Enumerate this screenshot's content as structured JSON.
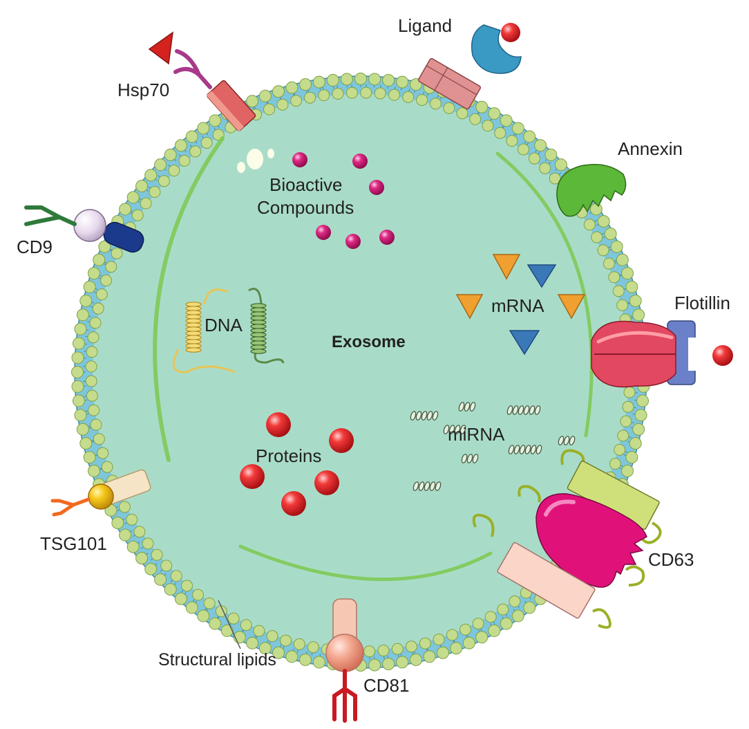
{
  "diagram": {
    "center_label": "Exosome",
    "inner_labels": {
      "bioactive_line1": "Bioactive",
      "bioactive_line2": "Compounds",
      "dna": "DNA",
      "mrna": "mRNA",
      "mirna": "miRNA",
      "proteins": "Proteins"
    },
    "surface_labels": {
      "ligand": "Ligand",
      "hsp70": "Hsp70",
      "annexin": "Annexin",
      "cd9": "CD9",
      "flotillin": "Flotillin",
      "tsg101": "TSG101",
      "cd63": "CD63",
      "cd81": "CD81",
      "structural_lipids": "Structural lipids"
    },
    "colors": {
      "lumen": "#a9dcc8",
      "bilayer_fill": "#7ec6dc",
      "lipid_head": "#c5dc8c",
      "lipid_head_stroke": "#7ea04a",
      "protein_red": "#e8242c",
      "compound_magenta": "#d6136f",
      "mrna_orange": "#f0a030",
      "mrna_blue": "#3a78b8",
      "hsp70": "#e06464",
      "annexin": "#5cb838",
      "cd9_tail": "#1c3a8c",
      "flotillin": "#e24860",
      "cd63_magenta": "#e0127a",
      "cd63_lime": "#cfe07a",
      "cd81": "#f6a896"
    }
  }
}
